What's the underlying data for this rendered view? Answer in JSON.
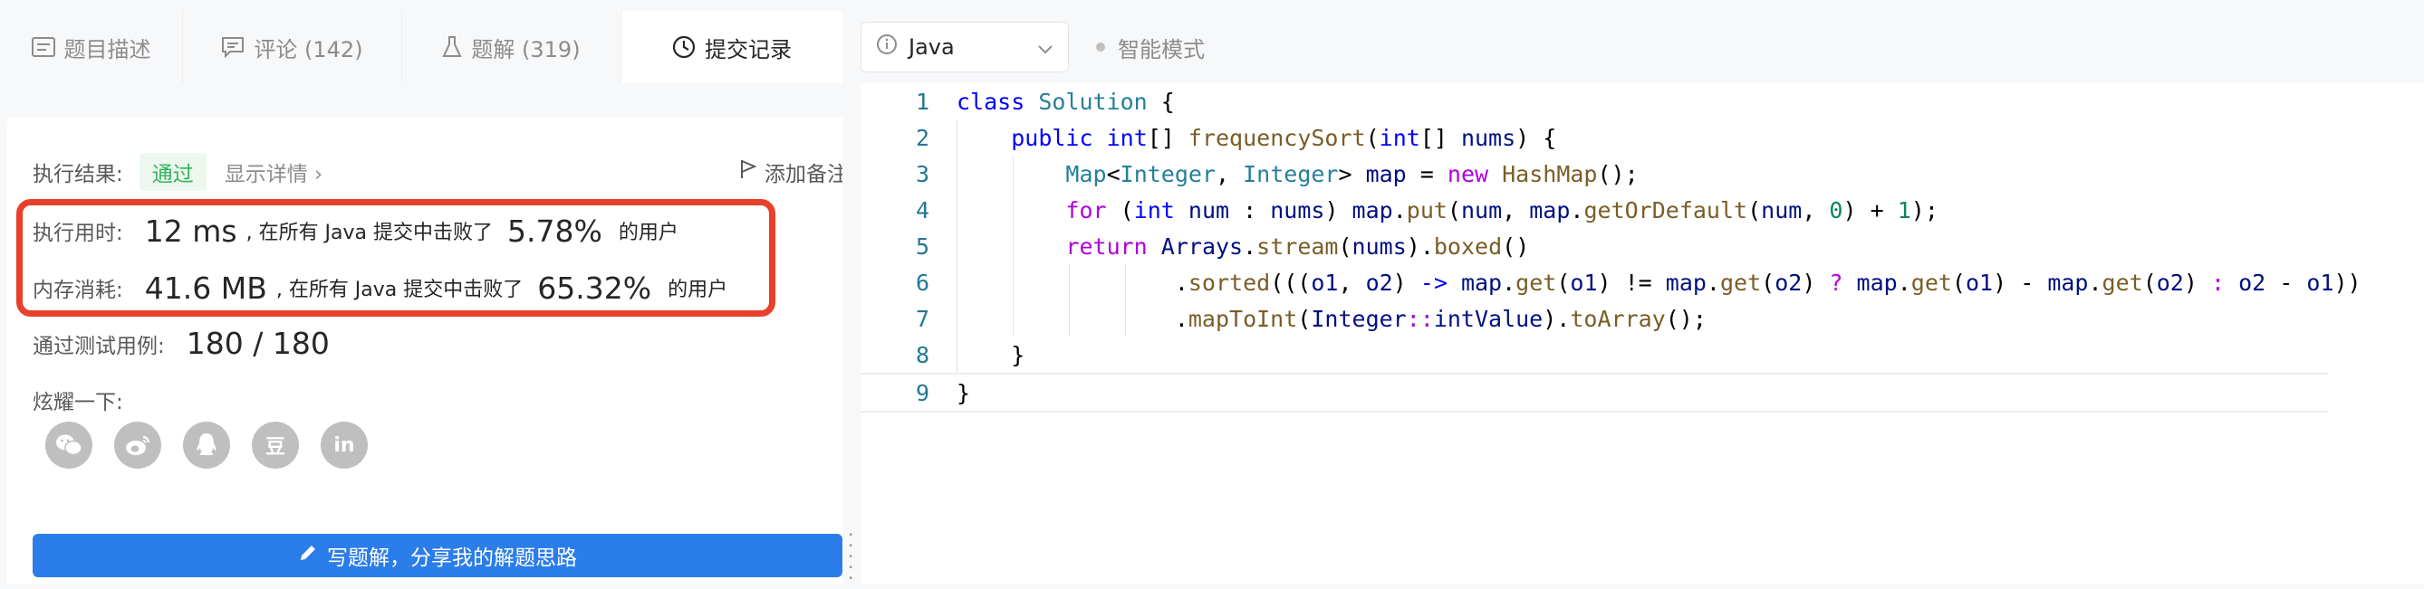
{
  "left_tabs": [
    {
      "label": "题目描述",
      "icon": "description-icon"
    },
    {
      "label": "评论 (142)",
      "icon": "comment-icon"
    },
    {
      "label": "题解 (319)",
      "icon": "flask-icon"
    },
    {
      "label": "提交记录",
      "icon": "clock-icon",
      "active": true
    }
  ],
  "result": {
    "label": "执行结果:",
    "status": "通过",
    "details_link": "显示详情 ›",
    "add_note": "添加备注"
  },
  "runtime": {
    "label": "执行用时:",
    "value": "12 ms",
    "text": ", 在所有 Java 提交中击败了",
    "percent": "5.78%",
    "suffix": "的用户"
  },
  "memory": {
    "label": "内存消耗:",
    "value": "41.6 MB",
    "text": ", 在所有 Java 提交中击败了",
    "percent": "65.32%",
    "suffix": "的用户"
  },
  "tests": {
    "label": "通过测试用例:",
    "value": "180 / 180"
  },
  "share": {
    "label": "炫耀一下:",
    "icons": [
      "wechat-icon",
      "weibo-icon",
      "qq-icon",
      "douban-icon",
      "linkedin-icon"
    ],
    "douban_glyph": "豆",
    "linkedin_glyph": "in"
  },
  "write_button": "写题解，分享我的解题思路",
  "editor": {
    "language": "Java",
    "smart_mode": "智能模式",
    "line_numbers": [
      "1",
      "2",
      "3",
      "4",
      "5",
      "6",
      "7",
      "8",
      "9"
    ]
  },
  "colors": {
    "highlight_border": "#e8402a",
    "pass_green": "#2db55d",
    "primary_blue": "#2b7de9"
  }
}
